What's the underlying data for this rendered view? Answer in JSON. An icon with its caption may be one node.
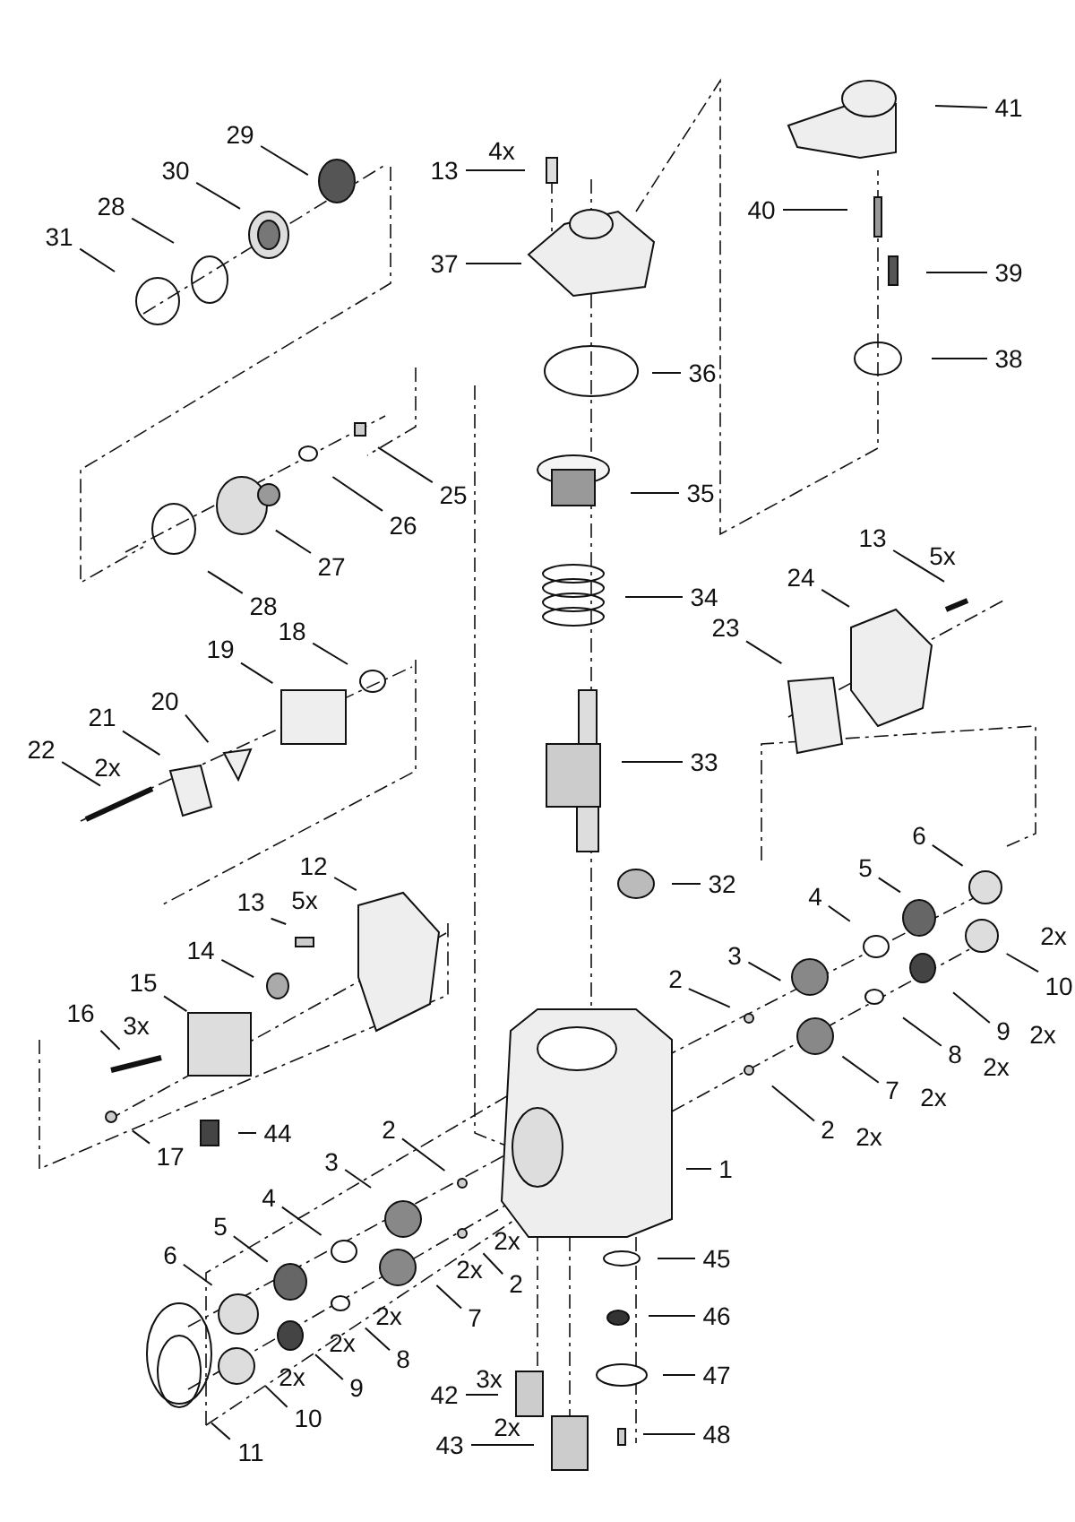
{
  "diagram": {
    "nodes": [
      {
        "text": [
          "29"
        ]
      },
      {
        "text": [
          "13"
        ],
        "beside": [
          "4x"
        ]
      },
      {
        "text": [
          "41"
        ]
      },
      {
        "text": [
          "30"
        ]
      },
      {
        "text": [
          "28"
        ]
      },
      {
        "text": [
          "31"
        ]
      },
      {
        "text": [
          "40"
        ]
      },
      {
        "text": [
          "37"
        ]
      },
      {
        "text": [
          "39"
        ]
      },
      {
        "text": [
          "38"
        ]
      },
      {
        "text": [
          "36"
        ]
      },
      {
        "text": [
          "25"
        ]
      },
      {
        "text": [
          "35"
        ]
      },
      {
        "text": [
          "26"
        ]
      },
      {
        "text": [
          "27"
        ]
      },
      {
        "text": [
          "13"
        ],
        "beside": [
          "5x"
        ]
      },
      {
        "text": [
          "28"
        ]
      },
      {
        "text": [
          "24"
        ]
      },
      {
        "text": [
          "34"
        ]
      },
      {
        "text": [
          "18"
        ]
      },
      {
        "text": [
          "23"
        ]
      },
      {
        "text": [
          "19"
        ]
      },
      {
        "text": [
          "20"
        ]
      },
      {
        "text": [
          "21"
        ]
      },
      {
        "text": [
          "22"
        ],
        "beside": [
          "2x"
        ]
      },
      {
        "text": [
          "33"
        ]
      },
      {
        "text": [
          "6"
        ]
      },
      {
        "text": [
          "12"
        ]
      },
      {
        "text": [
          "32"
        ]
      },
      {
        "text": [
          "13"
        ],
        "beside": [
          "5x"
        ]
      },
      {
        "text": [
          "4"
        ]
      },
      {
        "text": [
          "5"
        ]
      },
      {
        "text": [
          "14"
        ]
      },
      {
        "text": [
          "3"
        ]
      },
      {
        "text": [
          "10"
        ],
        "beside": [
          "2x"
        ]
      },
      {
        "text": [
          "15"
        ]
      },
      {
        "text": [
          "2"
        ]
      },
      {
        "text": [
          "9"
        ],
        "beside": [
          "2x"
        ]
      },
      {
        "text": [
          "16"
        ],
        "beside": [
          "3x"
        ]
      },
      {
        "text": [
          "8"
        ],
        "beside": [
          "2x"
        ]
      },
      {
        "text": [
          "7"
        ],
        "beside": [
          "2x"
        ]
      },
      {
        "text": [
          "2"
        ],
        "beside": [
          "2x"
        ]
      },
      {
        "text": [
          "44"
        ]
      },
      {
        "text": [
          "17"
        ]
      },
      {
        "text": [
          "2"
        ]
      },
      {
        "text": [
          "1"
        ]
      },
      {
        "text": [
          "3"
        ]
      },
      {
        "text": [
          "4"
        ]
      },
      {
        "text": [
          "2"
        ],
        "beside": [
          "2x"
        ]
      },
      {
        "text": [
          "5"
        ]
      },
      {
        "text": [
          "45"
        ]
      },
      {
        "text": [
          "7"
        ],
        "beside": [
          "2x"
        ]
      },
      {
        "text": [
          "6"
        ]
      },
      {
        "text": [
          "8"
        ],
        "beside": [
          "2x"
        ]
      },
      {
        "text": [
          "46"
        ]
      },
      {
        "text": [
          "9"
        ],
        "beside": [
          "2x"
        ]
      },
      {
        "text": [
          "47"
        ]
      },
      {
        "text": [
          "42"
        ],
        "beside": [
          "3x"
        ]
      },
      {
        "text": [
          "10"
        ],
        "beside": [
          "2x"
        ]
      },
      {
        "text": [
          "43"
        ],
        "beside": [
          "2x"
        ]
      },
      {
        "text": [
          "48"
        ]
      },
      {
        "text": [
          "11"
        ]
      }
    ],
    "edges": [
      {
        "from": 0,
        "to": null,
        "arrow": "none"
      },
      {
        "from": 1,
        "to": null,
        "arrow": "none"
      },
      {
        "from": 2,
        "to": null,
        "arrow": "none"
      },
      {
        "from": 3,
        "to": null,
        "arrow": "none"
      },
      {
        "from": 4,
        "to": null,
        "arrow": "none"
      },
      {
        "from": 5,
        "to": null,
        "arrow": "none"
      },
      {
        "from": 6,
        "to": null,
        "arrow": "none"
      },
      {
        "from": 7,
        "to": null,
        "arrow": "none"
      },
      {
        "from": 8,
        "to": null,
        "arrow": "none"
      },
      {
        "from": 9,
        "to": null,
        "arrow": "none"
      },
      {
        "from": 10,
        "to": null,
        "arrow": "none"
      },
      {
        "from": 11,
        "to": null,
        "arrow": "none"
      },
      {
        "from": 12,
        "to": null,
        "arrow": "none"
      },
      {
        "from": 13,
        "to": null,
        "arrow": "none"
      },
      {
        "from": 14,
        "to": null,
        "arrow": "none"
      },
      {
        "from": 15,
        "to": null,
        "arrow": "none"
      },
      {
        "from": 16,
        "to": null,
        "arrow": "none"
      },
      {
        "from": 17,
        "to": null,
        "arrow": "none"
      },
      {
        "from": 18,
        "to": null,
        "arrow": "none"
      },
      {
        "from": 19,
        "to": null,
        "arrow": "none"
      },
      {
        "from": 20,
        "to": null,
        "arrow": "none"
      },
      {
        "from": 21,
        "to": null,
        "arrow": "none"
      },
      {
        "from": 22,
        "to": null,
        "arrow": "none"
      },
      {
        "from": 23,
        "to": null,
        "arrow": "none"
      },
      {
        "from": 24,
        "to": null,
        "arrow": "none"
      },
      {
        "from": 25,
        "to": null,
        "arrow": "none"
      },
      {
        "from": 26,
        "to": null,
        "arrow": "none"
      },
      {
        "from": 27,
        "to": null,
        "arrow": "none"
      },
      {
        "from": 28,
        "to": null,
        "arrow": "none"
      },
      {
        "from": 29,
        "to": null,
        "arrow": "none"
      },
      {
        "from": 30,
        "to": null,
        "arrow": "none"
      },
      {
        "from": 31,
        "to": null,
        "arrow": "none"
      },
      {
        "from": 32,
        "to": null,
        "arrow": "none"
      },
      {
        "from": 33,
        "to": null,
        "arrow": "none"
      },
      {
        "from": 34,
        "to": null,
        "arrow": "none"
      },
      {
        "from": 35,
        "to": null,
        "arrow": "none"
      },
      {
        "from": 36,
        "to": null,
        "arrow": "none"
      },
      {
        "from": 37,
        "to": null,
        "arrow": "none"
      },
      {
        "from": 38,
        "to": null,
        "arrow": "none"
      },
      {
        "from": 39,
        "to": null,
        "arrow": "none"
      },
      {
        "from": 40,
        "to": null,
        "arrow": "none"
      },
      {
        "from": 41,
        "to": null,
        "arrow": "none"
      },
      {
        "from": 42,
        "to": null,
        "arrow": "none"
      },
      {
        "from": 43,
        "to": null,
        "arrow": "none"
      },
      {
        "from": 44,
        "to": null,
        "arrow": "none"
      },
      {
        "from": 45,
        "to": null,
        "arrow": "none"
      },
      {
        "from": 46,
        "to": null,
        "arrow": "none"
      },
      {
        "from": 47,
        "to": null,
        "arrow": "none"
      },
      {
        "from": 48,
        "to": null,
        "arrow": "none"
      },
      {
        "from": 49,
        "to": null,
        "arrow": "none"
      },
      {
        "from": 50,
        "to": null,
        "arrow": "none"
      },
      {
        "from": 51,
        "to": null,
        "arrow": "none"
      },
      {
        "from": 52,
        "to": null,
        "arrow": "none"
      },
      {
        "from": 53,
        "to": null,
        "arrow": "none"
      },
      {
        "from": 54,
        "to": null,
        "arrow": "none"
      },
      {
        "from": 55,
        "to": null,
        "arrow": "none"
      },
      {
        "from": 56,
        "to": null,
        "arrow": "none"
      },
      {
        "from": 57,
        "to": null,
        "arrow": "none"
      },
      {
        "from": 58,
        "to": null,
        "arrow": "none"
      },
      {
        "from": 59,
        "to": null,
        "arrow": "none"
      },
      {
        "from": 60,
        "to": null,
        "arrow": "none"
      },
      {
        "from": 61,
        "to": null,
        "arrow": "none"
      }
    ]
  }
}
